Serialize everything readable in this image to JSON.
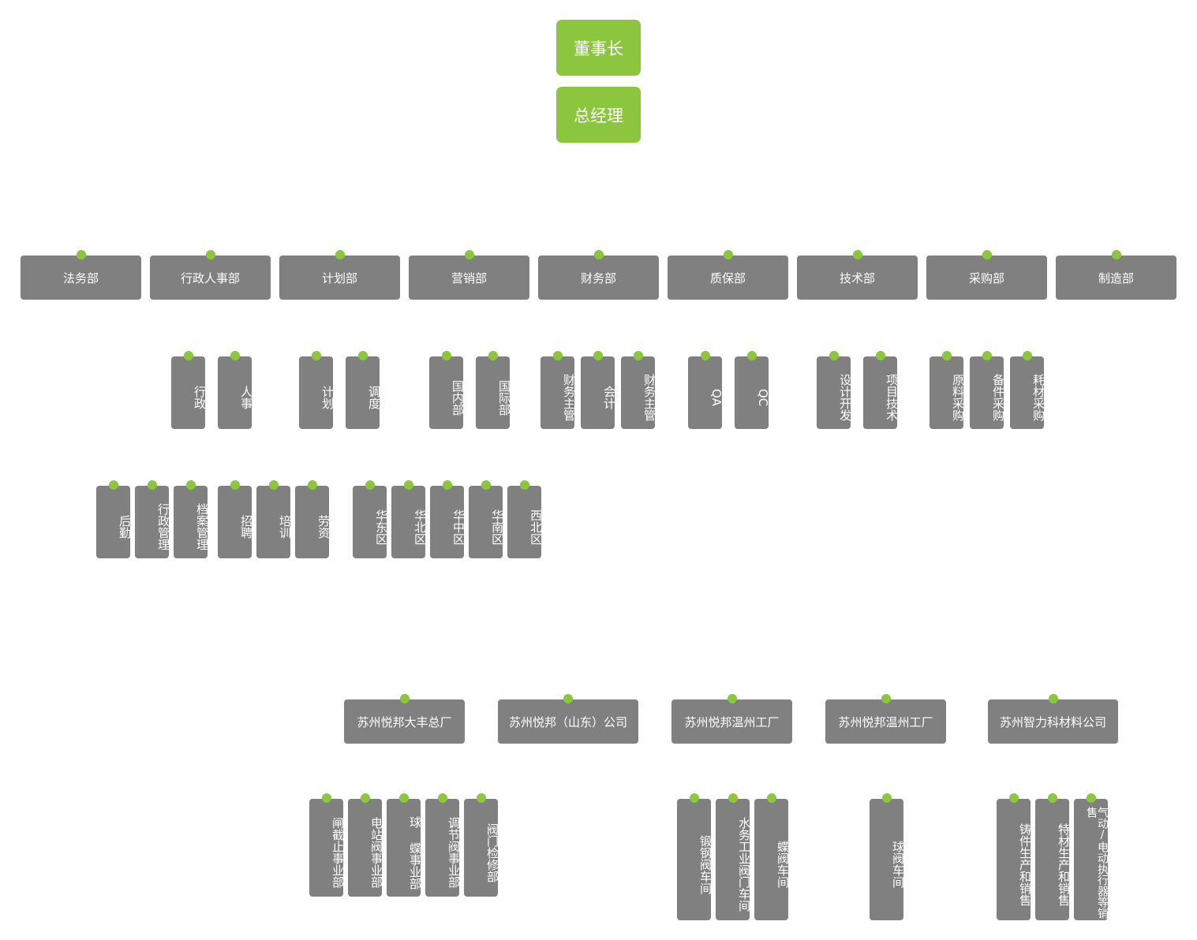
{
  "chairman": "董事长",
  "general_manager": "总经理",
  "departments": [
    "法务部",
    "行政人事部",
    "计划部",
    "营销部",
    "财务部",
    "质保部",
    "技术部",
    "采购部",
    "制造部"
  ],
  "sub_units": {
    "admin_hr": [
      "行政",
      "人事"
    ],
    "planning": [
      "计划",
      "调度"
    ],
    "marketing": [
      "国内部",
      "国际部"
    ],
    "finance": [
      "财务主管",
      "会计",
      "财务主管"
    ],
    "quality": [
      "QA",
      "QC"
    ],
    "technology": [
      "设计开发",
      "项目技术"
    ],
    "purchasing": [
      "原料采购",
      "备件采购",
      "耗材采购"
    ]
  },
  "third_level": {
    "admin": [
      "后勤",
      "行政管理",
      "档案管理"
    ],
    "hr": [
      "招聘",
      "培训",
      "劳资"
    ],
    "domestic": [
      "华东区",
      "华北区",
      "华中区",
      "华南区",
      "西北区"
    ]
  },
  "factories": [
    "苏州悦邦大丰总厂",
    "苏州悦邦（山东）公司",
    "苏州悦邦温州工厂",
    "苏州悦邦温州工厂",
    "苏州智力科材料公司"
  ],
  "factory_units": {
    "dafeng": [
      "闸截止事业部",
      "电站阀事业部",
      "球 蝶事业部",
      "调节阀事业部",
      "阀门检修部"
    ],
    "wenzhou1": [
      "锻钢阀车间",
      "水务工业阀门车间",
      "蝶阀车间"
    ],
    "wenzhou2": [
      "球阀车间"
    ],
    "zhili": [
      "铸件生产和销售",
      "特材生产和销售",
      "气动/电动执行器等销售"
    ]
  },
  "colors": {
    "accent": "#8cc63f",
    "box": "#808080",
    "text": "#ffffff"
  }
}
